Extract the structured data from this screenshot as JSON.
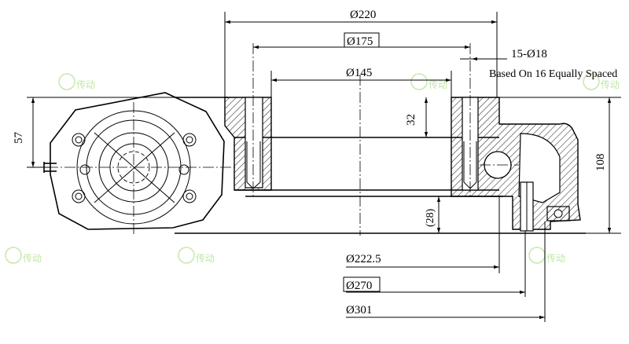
{
  "dimensions": {
    "d220": "Ø220",
    "d175": "Ø175",
    "d145": "Ø145",
    "bolts": "15-Ø18",
    "bolts_note": "Based On 16 Equally Spaced",
    "h32": "32",
    "h57": "57",
    "h108": "108",
    "h28": "(28)",
    "d222": "Ø222.5",
    "d270": "Ø270",
    "d301": "Ø301"
  },
  "watermark": {
    "text": "传动"
  }
}
